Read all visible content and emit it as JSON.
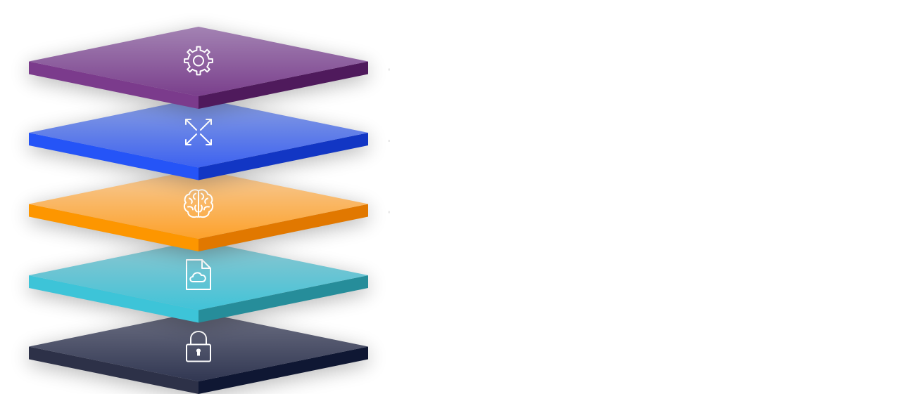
{
  "diagram": {
    "type": "layered-stack",
    "layers": [
      {
        "id": "settings",
        "icon": "gear-icon",
        "top_light": "#a383b3",
        "top_dark": "#7a3f8c",
        "left_face": "#7b3b8c",
        "right_face": "#4f1a5c"
      },
      {
        "id": "scale",
        "icon": "expand-arrows-icon",
        "top_light": "#8a9fe0",
        "top_dark": "#3d62f0",
        "left_face": "#2554f7",
        "right_face": "#1236c4"
      },
      {
        "id": "intelligence",
        "icon": "brain-icon",
        "top_light": "#f6cc9c",
        "top_dark": "#fda12a",
        "left_face": "#fd9600",
        "right_face": "#e17800"
      },
      {
        "id": "cloud-document",
        "icon": "cloud-file-icon",
        "top_light": "#8fc6cf",
        "top_dark": "#41c3d8",
        "left_face": "#3dc4d8",
        "right_face": "#268d9a"
      },
      {
        "id": "security",
        "icon": "lock-icon",
        "top_light": "#6c6f82",
        "top_dark": "#313752",
        "left_face": "#2d3148",
        "right_face": "#0f1733"
      }
    ],
    "connector_color": "#d8d8d8"
  }
}
